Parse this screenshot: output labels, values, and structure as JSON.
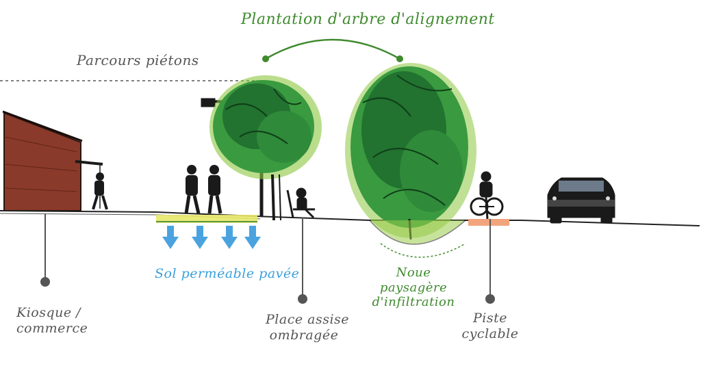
{
  "colors": {
    "green_label": "#3f8a2e",
    "blue_label": "#3aa0dc",
    "gray_label": "#555555",
    "tree_dark": "#1f6b2e",
    "tree_mid": "#3a9a3f",
    "tree_light": "#8cc63f",
    "kiosk": "#8a3a2a",
    "permeable": "#e8e86a",
    "bike_lane": "#f2a47c",
    "water_arrow": "#4aa3df"
  },
  "labels": {
    "tree_planting": "Plantation d'arbre d'alignement",
    "pedestrian_path": "Parcours piétons",
    "permeable_soil": "Sol perméable pavée",
    "kiosk": [
      "Kiosque /",
      "commerce"
    ],
    "shaded_seating": [
      "Place assise",
      "ombragée"
    ],
    "swale": [
      "Noue",
      "paysagère",
      "d'infiltration"
    ],
    "bike_lane": [
      "Piste",
      "cyclable"
    ]
  }
}
